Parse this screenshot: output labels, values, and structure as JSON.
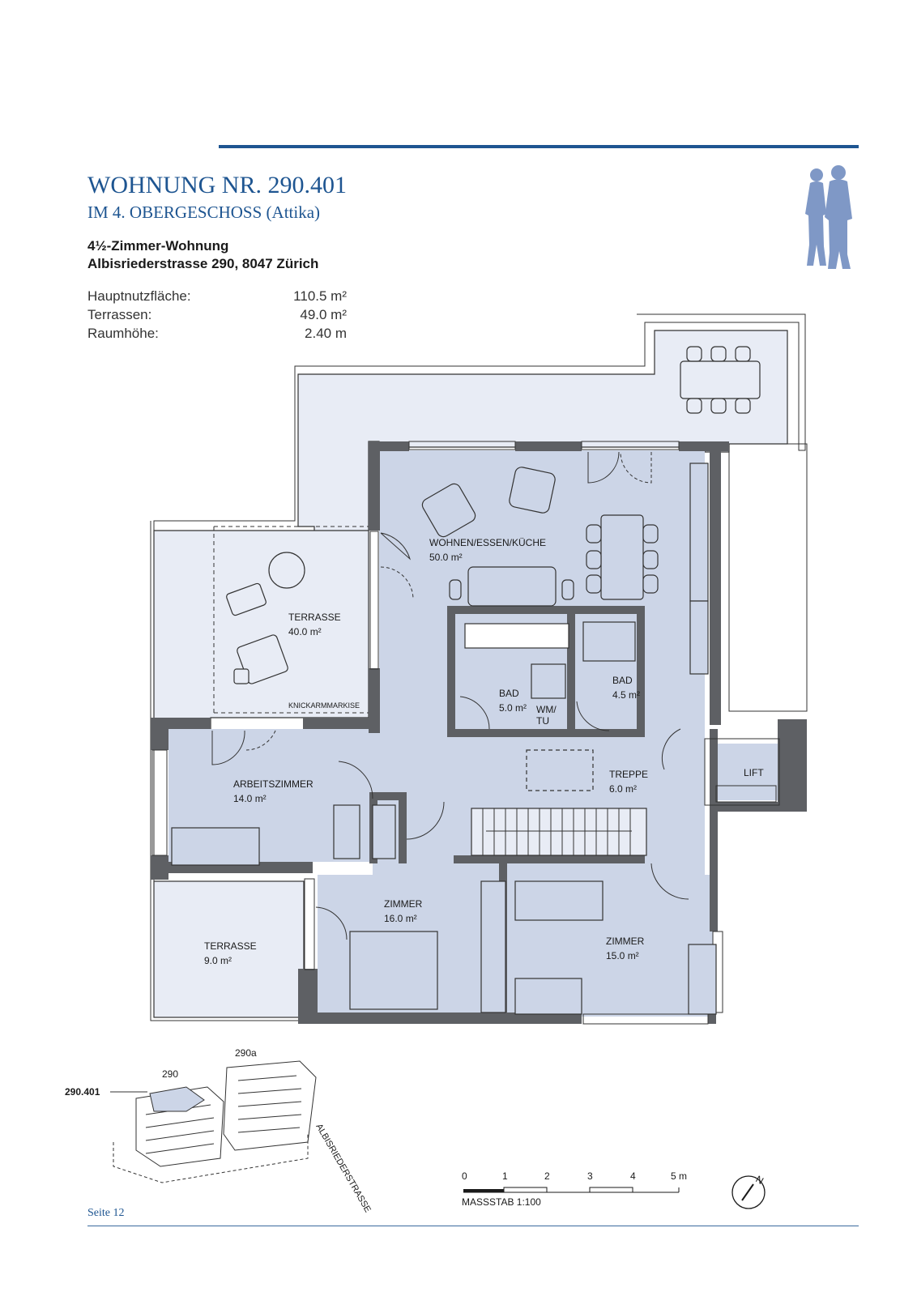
{
  "header": {
    "title": "WOHNUNG NR. 290.401",
    "subtitle": "IM 4. OBERGESCHOSS (Attika)",
    "type": "4½-Zimmer-Wohnung",
    "address": "Albisriederstrasse 290, 8047 Zürich"
  },
  "facts": [
    {
      "label": "Hauptnutzfläche:",
      "value": "110.5 m²"
    },
    {
      "label": "Terrassen:",
      "value": "49.0 m²"
    },
    {
      "label": "Raumhöhe:",
      "value": "2.40 m"
    }
  ],
  "rooms": {
    "wohnen": {
      "name": "WOHNEN/ESSEN/KÜCHE",
      "area": "50.0 m²"
    },
    "terrasse_main": {
      "name": "TERRASSE",
      "area": "40.0 m²"
    },
    "markise": "KNICKARMMARKISE",
    "bad1": {
      "name": "BAD",
      "area": "5.0 m²"
    },
    "wm": "WM/",
    "tu": "TU",
    "bad2": {
      "name": "BAD",
      "area": "4.5 m²"
    },
    "arbeitszimmer": {
      "name": "ARBEITSZIMMER",
      "area": "14.0 m²"
    },
    "treppe": {
      "name": "TREPPE",
      "area": "6.0 m²"
    },
    "lift": "LIFT",
    "zimmer16": {
      "name": "ZIMMER",
      "area": "16.0 m²"
    },
    "zimmer15": {
      "name": "ZIMMER",
      "area": "15.0 m²"
    },
    "terrasse_small": {
      "name": "TERRASSE",
      "area": "9.0 m²"
    }
  },
  "siteplan": {
    "building_a": "290a",
    "building": "290",
    "unit": "290.401",
    "street": "ALBISRIEDERSTRASSE"
  },
  "scale": {
    "ticks": [
      "0",
      "1",
      "2",
      "3",
      "4",
      "5 m"
    ],
    "label": "MASSSTAB 1:100"
  },
  "north": "N",
  "footer": {
    "page": "Seite 12"
  },
  "colors": {
    "brand": "#1e5591",
    "room_fill": "#ccd5e7",
    "terrace_fill": "#e8ecf5",
    "wall": "#5e6064",
    "figure": "#7f98c6"
  }
}
